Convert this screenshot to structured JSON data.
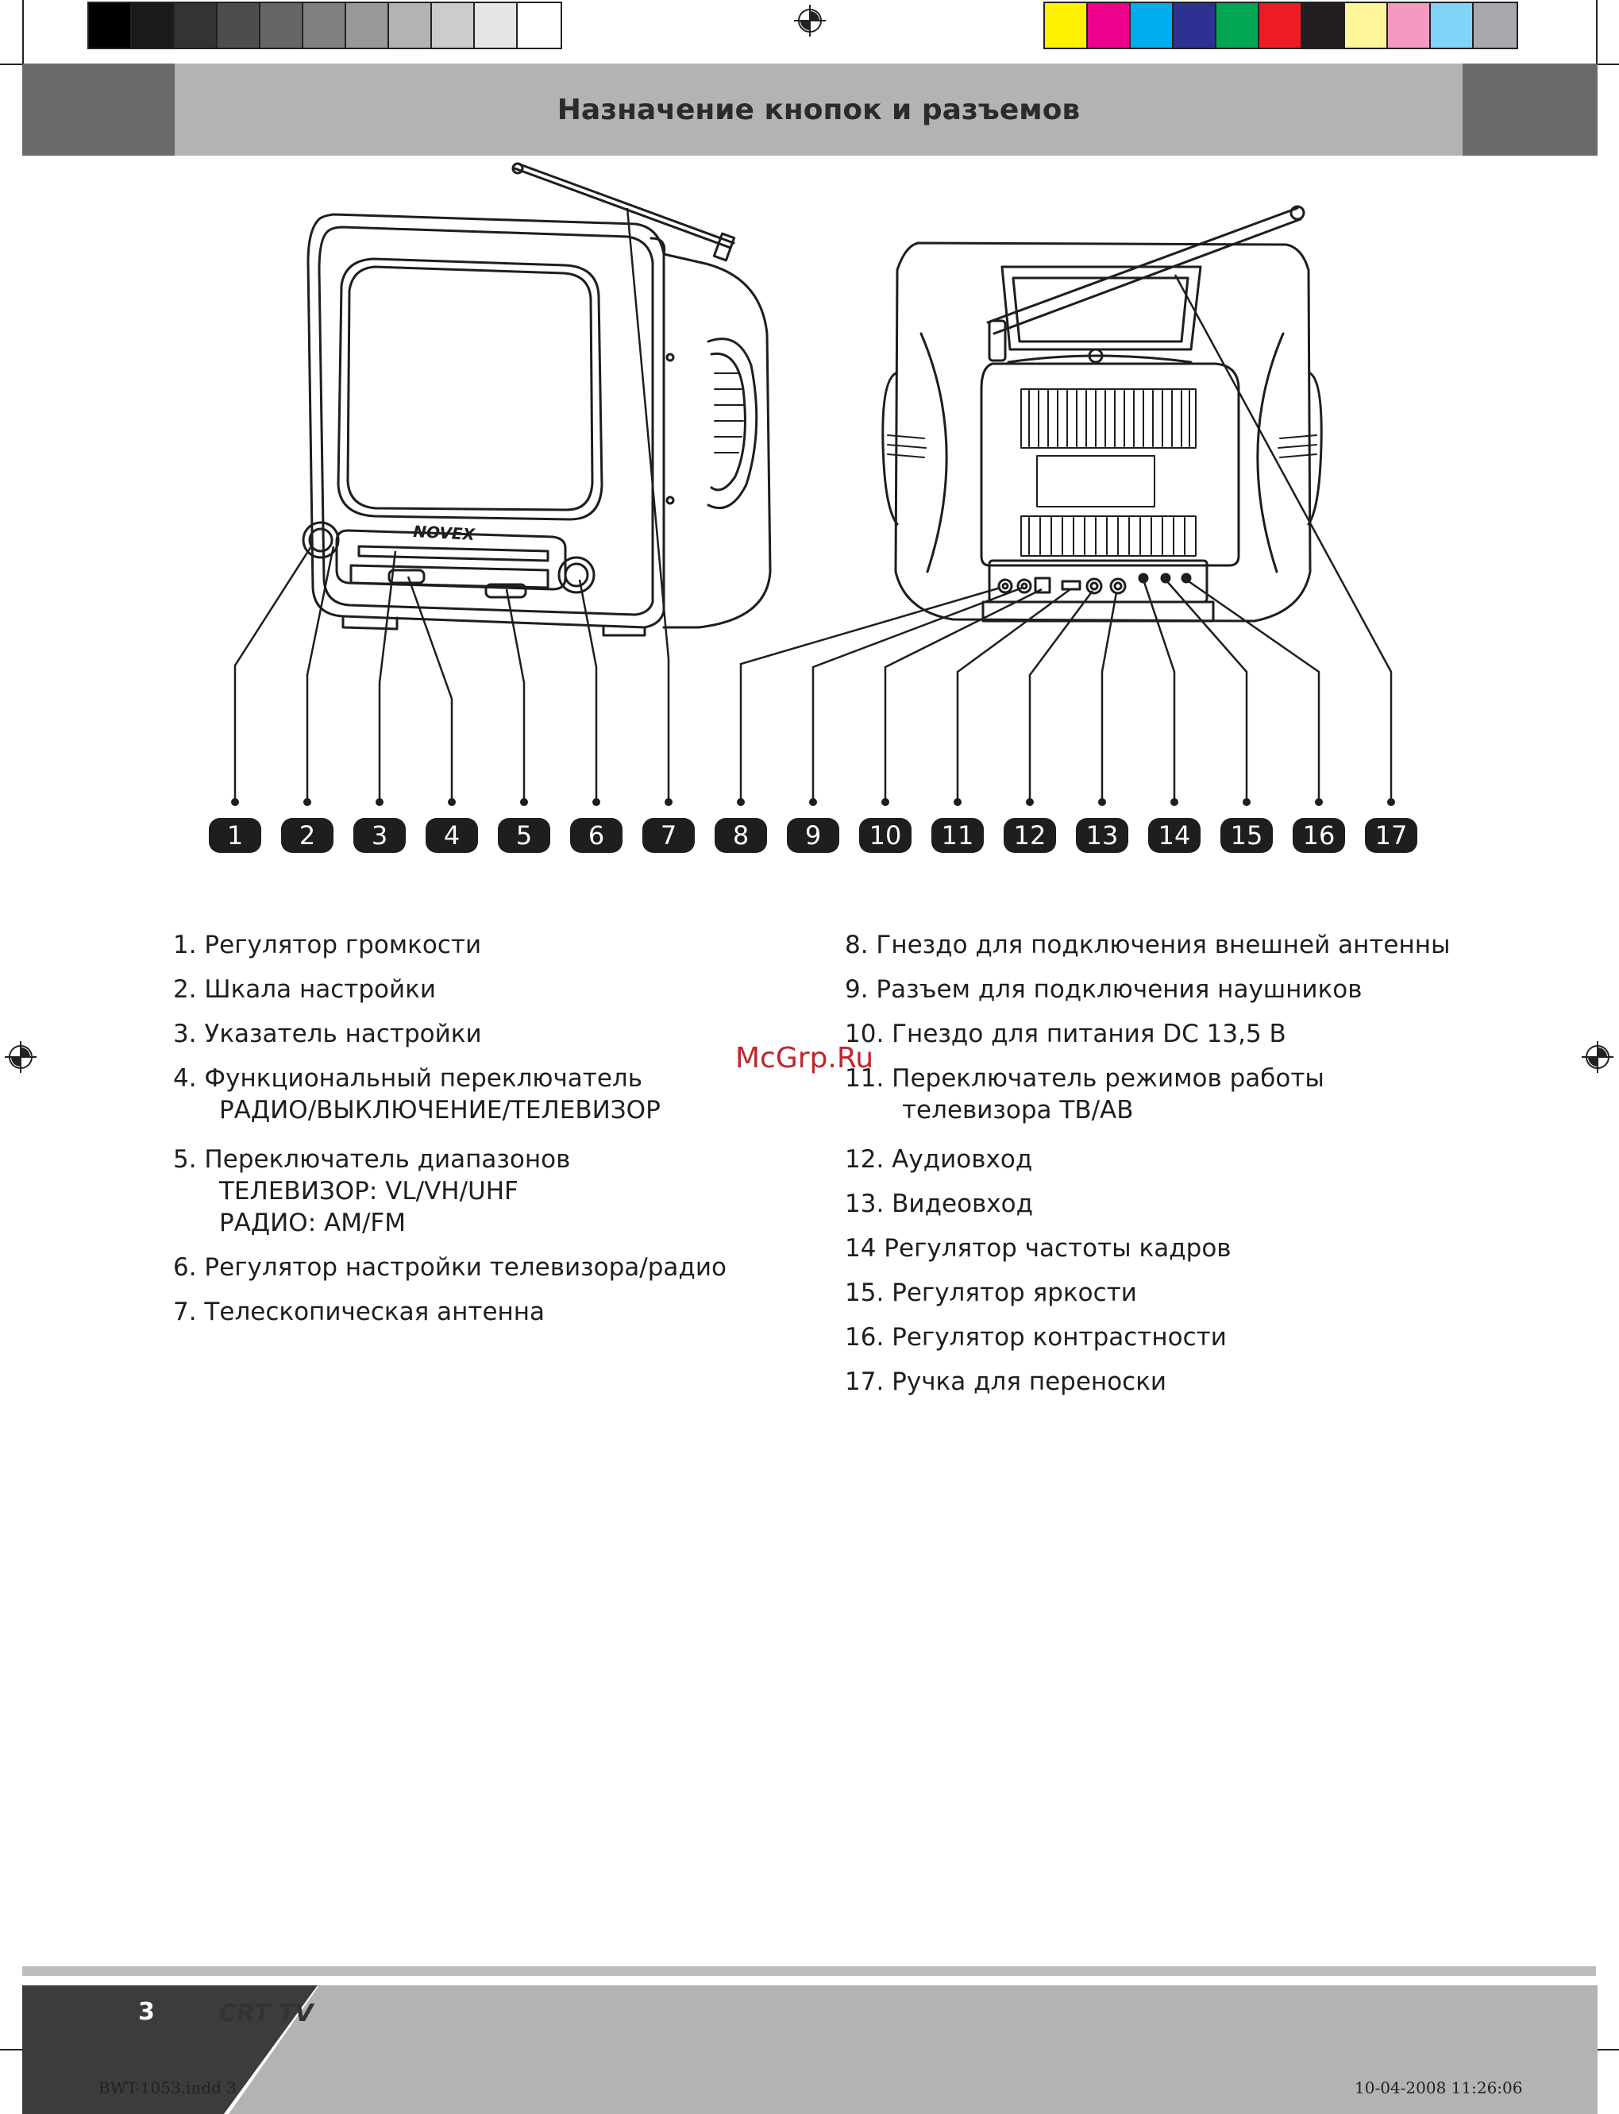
{
  "header": {
    "title": "Назначение кнопок и разъемов",
    "swatches_gray": [
      "#000000",
      "#1a1a1a",
      "#333333",
      "#4d4d4d",
      "#666666",
      "#808080",
      "#999999",
      "#b3b3b3",
      "#cccccc",
      "#e6e6e6",
      "#ffffff"
    ],
    "swatches_color": [
      "#fff200",
      "#ec008c",
      "#00aeef",
      "#2e3192",
      "#00a651",
      "#ed1c24",
      "#231f20",
      "#fff799",
      "#f49ac1",
      "#7fd4f7",
      "#a7a9ac"
    ]
  },
  "diagram": {
    "brand_label": "NOVEX",
    "callouts": [
      "1",
      "2",
      "3",
      "4",
      "5",
      "6",
      "7",
      "8",
      "9",
      "10",
      "11",
      "12",
      "13",
      "14",
      "15",
      "16",
      "17"
    ]
  },
  "legend_left": [
    {
      "text": "1.  Регулятор громкости"
    },
    {
      "text": "2.  Шкала настройки"
    },
    {
      "text": "3.  Указатель настройки"
    },
    {
      "text": "4.  Функциональный переключатель",
      "sub": [
        "РАДИО/ВЫКЛЮЧЕНИЕ/ТЕЛЕВИЗОР"
      ]
    },
    {
      "text": "5.  Переключатель диапазонов",
      "sub": [
        "ТЕЛЕВИЗОР: VL/VH/UHF",
        "РАДИО: AM/FM"
      ]
    },
    {
      "text": "6.  Регулятор настройки телевизора/радио"
    },
    {
      "text": "7.  Телескопическая антенна"
    }
  ],
  "legend_right": [
    {
      "text": "8.  Гнездо для подключения внешней антенны"
    },
    {
      "text": "9.  Разъем для подключения наушников"
    },
    {
      "text": "10.  Гнездо для питания DC 13,5 В"
    },
    {
      "text": "11.  Переключатель режимов работы",
      "sub": [
        "телевизора ТВ/АВ"
      ]
    },
    {
      "text": "12.  Аудиовход"
    },
    {
      "text": "13.  Видеовход"
    },
    {
      "text": "14  Регулятор частоты кадров"
    },
    {
      "text": "15.  Регулятор яркости"
    },
    {
      "text": "16.  Регулятор контрастности"
    },
    {
      "text": "17.  Ручка для переноски"
    }
  ],
  "watermark": "McGrp.Ru",
  "footer": {
    "page_number": "3",
    "title": "CRT TV",
    "slug_left": "BWT-1053.indd   3",
    "slug_right": "10-04-2008   11:26:06"
  }
}
